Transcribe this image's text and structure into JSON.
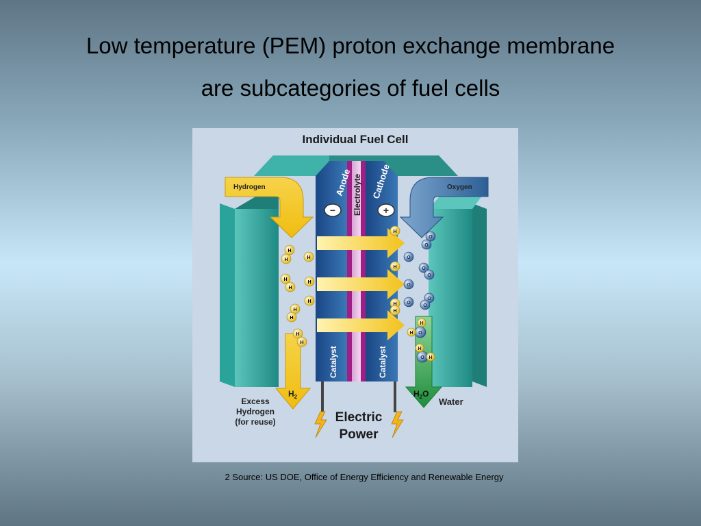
{
  "slide": {
    "title_line1": "Low temperature (PEM) proton exchange membrane",
    "title_line2": "are subcategories of fuel cells",
    "source": "2 Source: US DOE, Office of Energy Efficiency and Renewable Energy"
  },
  "diagram": {
    "title": "Individual Fuel Cell",
    "labels": {
      "hydrogen": "Hydrogen",
      "oxygen": "Oxygen",
      "anode": "Anode",
      "electrolyte": "Electrolyte",
      "cathode": "Cathode",
      "catalyst_left": "Catalyst",
      "catalyst_right": "Catalyst",
      "h2": "H",
      "h2_sub": "2",
      "h2o_h": "H",
      "h2o_sub": "2",
      "h2o_o": "O",
      "water": "Water",
      "excess_line1": "Excess",
      "excess_line2": "Hydrogen",
      "excess_line3": "(for reuse)",
      "electric_line1": "Electric",
      "electric_line2": "Power",
      "anode_sign": "−",
      "cathode_sign": "+",
      "hydrogen_atom": "H",
      "oxygen_atom": "O"
    },
    "colors": {
      "background": "#c9d7e6",
      "block": "#2f9d96",
      "anode": "#1f4f8f",
      "electrolyte": "#a01f86",
      "hydrogen_arrow": "#f4cc3c",
      "oxygen_arrow": "#3b6fa4",
      "water_arrow": "#2f9a4a"
    }
  }
}
